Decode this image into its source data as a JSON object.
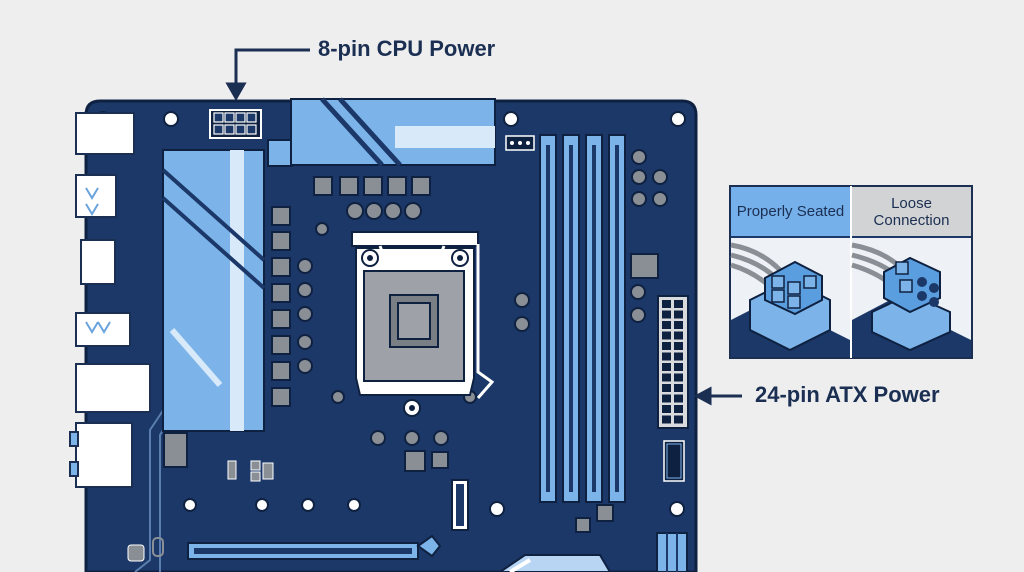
{
  "labels": {
    "cpu_power": "8-pin CPU Power",
    "atx_power": "24-pin ATX Power"
  },
  "inset": {
    "seated": "Properly Seated",
    "loose": "Loose Connection"
  },
  "colors": {
    "background": "#eeeeef",
    "board": "#1b3868",
    "board_outline": "#0f2140",
    "light_blue": "#7cb4ea",
    "pale_blue": "#b8d6f4",
    "component_gray": "#8a8f96",
    "inset_header_blue": "#76b0ea",
    "inset_header_gray": "#d2d3d5",
    "label_text": "#1b2f52"
  }
}
